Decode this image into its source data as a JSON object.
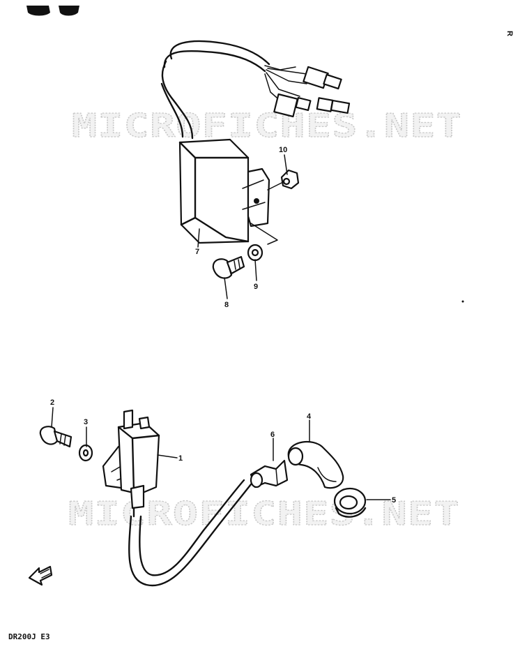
{
  "watermark": {
    "upper": "MICROFICHES.NET",
    "lower": "MICROFICHES.NET"
  },
  "footer": {
    "model_code": "DR200J E3"
  },
  "corner_mark": "R",
  "callouts": {
    "p1": "1",
    "p2": "2",
    "p3": "3",
    "p4": "4",
    "p5": "5",
    "p6": "6",
    "p7": "7",
    "p8": "8",
    "p9": "9",
    "p10": "10"
  },
  "icons": {
    "front_arrow": "front-direction-arrow-icon"
  }
}
